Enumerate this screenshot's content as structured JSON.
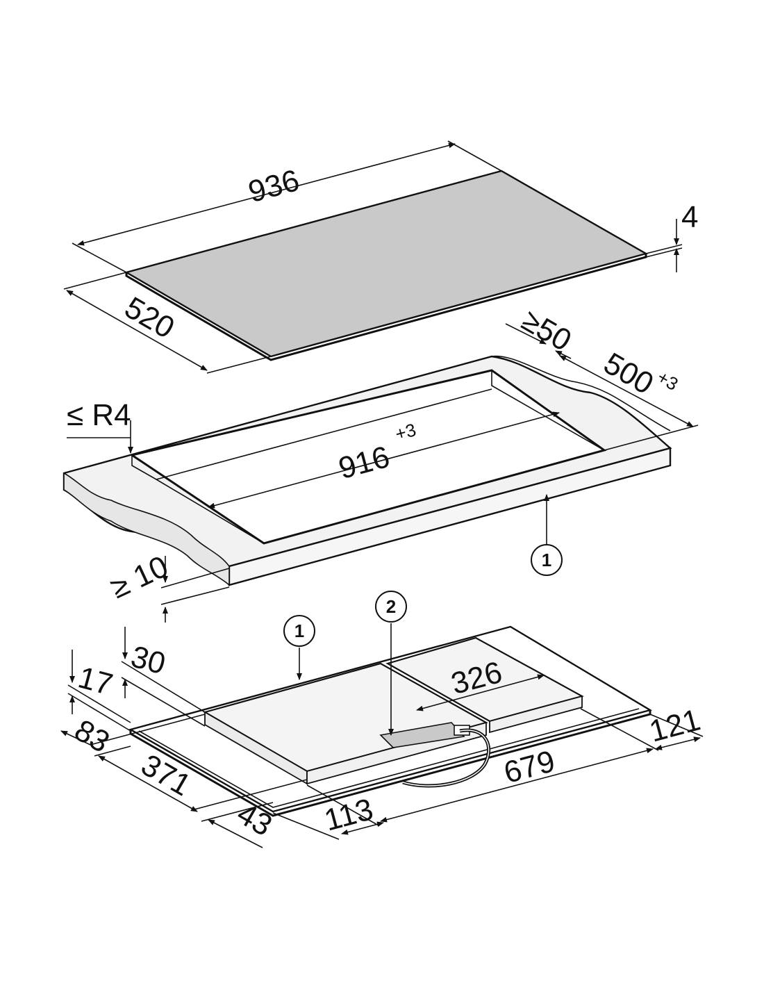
{
  "colors": {
    "glass_top": "#c9c9c9",
    "line": "#111111",
    "worktop": "#f2f2f2",
    "worktop_shade": "#e6e6e6",
    "hob_body": "#f4f4f4",
    "box_side": "#ebebeb"
  },
  "top_glass": {
    "width_label": "936",
    "depth_label": "520",
    "thickness_label": "4"
  },
  "cutout": {
    "width_label": "916",
    "width_tolerance": "+3",
    "depth_label": "500",
    "depth_tolerance": "+3",
    "back_clearance_label": "≥50",
    "radius_label": "≤ R4",
    "worktop_thickness_label": "≥ 10"
  },
  "underside": {
    "height_a_label": "30",
    "height_b_label": "17",
    "label_83": "83",
    "label_371": "371",
    "label_43": "43",
    "label_113": "113",
    "label_679": "679",
    "label_121": "121",
    "label_326": "326"
  },
  "callouts": {
    "c1_worktop": "1",
    "c1_hob": "1",
    "c2_hob": "2"
  }
}
